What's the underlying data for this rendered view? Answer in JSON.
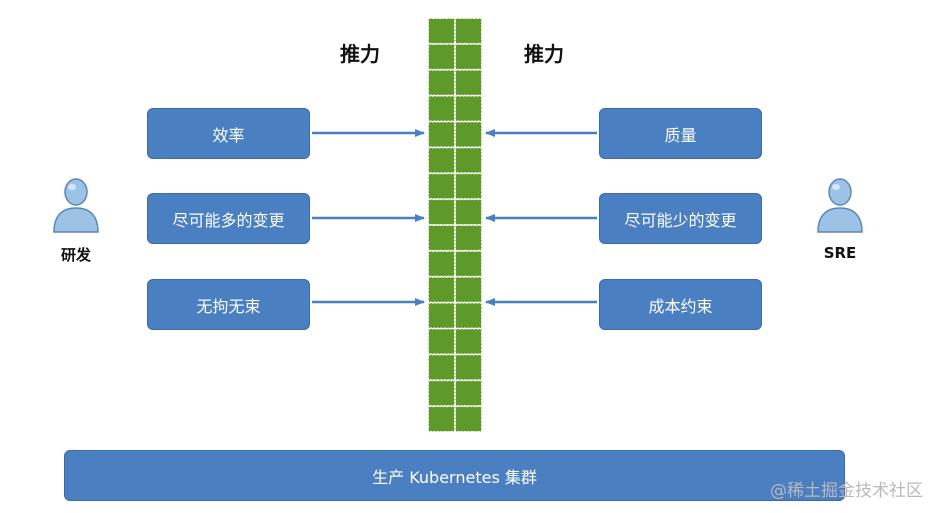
{
  "left_title": "推力",
  "right_title": "推力",
  "left_items": [
    "效率",
    "尽可能多的变更",
    "无拘无束"
  ],
  "right_items": [
    "质量",
    "尽可能少的变更",
    "成本约束"
  ],
  "left_person": "研发",
  "right_person": "SRE",
  "cluster_label": "生产 Kubernetes 集群",
  "watermark": "@稀土掘金技术社区",
  "colors": {
    "box_fill": "#4a7fc1",
    "arrow": "#4a7fc1",
    "wall_fill": "#5e9a2a",
    "wall_dash": "#ffffff",
    "person": "#9cc3e6"
  },
  "icons": [
    "person-icon",
    "brick-wall"
  ]
}
